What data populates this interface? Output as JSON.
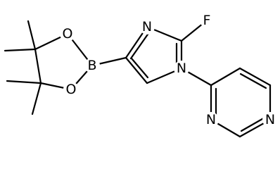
{
  "structure": {
    "atoms": {
      "n_imid_top": "N",
      "f": "F",
      "n_imid_1": "N",
      "b": "B",
      "o_top": "O",
      "o_bottom": "O",
      "n_pyr_bottom": "N",
      "n_pyr_right": "N"
    },
    "colors": {
      "bond": "#000000",
      "label": "#000000",
      "background": "#ffffff"
    }
  }
}
